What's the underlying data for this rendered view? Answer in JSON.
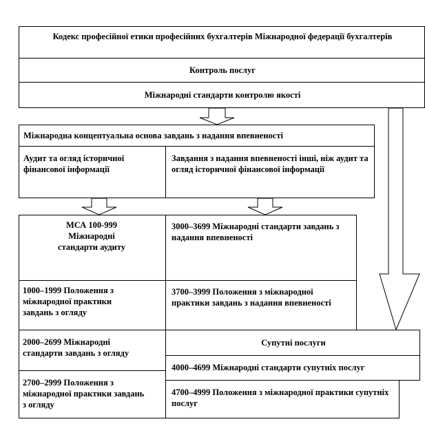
{
  "top": {
    "code_of_ethics": "Кодекс професійної етики професійних бухгалтерів Міжнародної федерації бухгалтерів",
    "services_control": "Контроль послуг",
    "quality_control_standards": "Міжнародні стандарти контролю якості"
  },
  "framework": {
    "title": "Міжнародна концептуальна основа завдань з надання впевненості",
    "left_header": "Аудит та огляд історичної фінансової інформації",
    "right_header": "Завдання з надання впевненості інші, ніж аудит та огляд історичної фінансової інформації"
  },
  "left_column": {
    "isa_title": "МСА 100-999 Міжнародні стандарти аудиту",
    "review_practice": "1000–1999 Положення з міжнародної практики завдань з огляду",
    "review_standards": "2000–2699 Міжнародні стандарти завдань з огляду",
    "review_practice_2": "2700–2999 Положення з міжнародної практики завдань з огляду"
  },
  "right_column": {
    "assurance_standards": "3000–3699 Міжнародні стандарти завдань з надання впевненості",
    "assurance_practice": "3700–3999 Положення з міжнародної практики завдань з надання впевненості"
  },
  "related": {
    "title": "Супутні послуги",
    "standards": "4000–4699 Міжнародні стандарти супутніх послуг",
    "practice": "4700–4999 Положення з міжнародної практики супутніх послуг"
  }
}
